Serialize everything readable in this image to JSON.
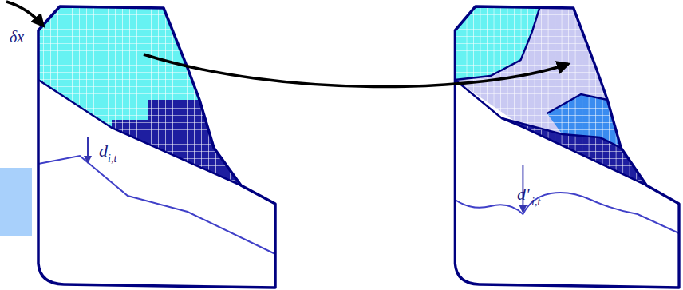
{
  "diagram": {
    "labels": [
      "δx",
      "d",
      "i,t",
      "d'",
      "i,t"
    ]
  }
}
